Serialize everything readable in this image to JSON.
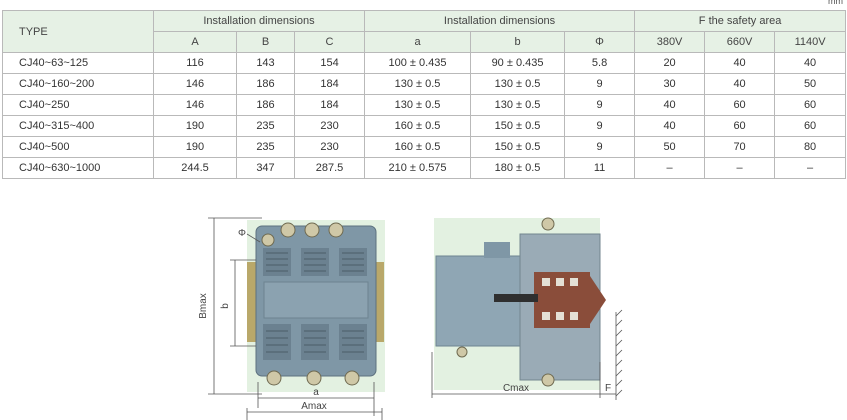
{
  "unit": "mm",
  "table": {
    "type_header": "TYPE",
    "group_headers": [
      "Installation dimensions",
      "Installation dimensions",
      "F the safety area"
    ],
    "sub_headers": [
      "A",
      "B",
      "C",
      "a",
      "b",
      "Φ",
      "380V",
      "660V",
      "1140V"
    ],
    "rows": [
      [
        "CJ40~63~125",
        "116",
        "143",
        "154",
        "100 ± 0.435",
        "90 ± 0.435",
        "5.8",
        "20",
        "40",
        "40"
      ],
      [
        "CJ40~160~200",
        "146",
        "186",
        "184",
        "130 ± 0.5",
        "130 ± 0.5",
        "9",
        "30",
        "40",
        "50"
      ],
      [
        "CJ40~250",
        "146",
        "186",
        "184",
        "130 ± 0.5",
        "130 ± 0.5",
        "9",
        "40",
        "60",
        "60"
      ],
      [
        "CJ40~315~400",
        "190",
        "235",
        "230",
        "160 ± 0.5",
        "150 ± 0.5",
        "9",
        "40",
        "60",
        "60"
      ],
      [
        "CJ40~500",
        "190",
        "235",
        "230",
        "160 ± 0.5",
        "150 ± 0.5",
        "9",
        "50",
        "70",
        "80"
      ],
      [
        "CJ40~630~1000",
        "244.5",
        "347",
        "287.5",
        "210 ± 0.575",
        "180 ± 0.5",
        "11",
        "–",
        "–",
        "–"
      ]
    ]
  },
  "front_view": {
    "labels": {
      "phi": "Φ",
      "bmax": "Bmax",
      "b": "b",
      "a": "a",
      "amax": "Amax"
    },
    "background": "#e3f1e1",
    "body_color": "#7f97a6"
  },
  "side_view": {
    "labels": {
      "cmax": "Cmax",
      "f": "F"
    },
    "background": "#e3f1e1"
  }
}
